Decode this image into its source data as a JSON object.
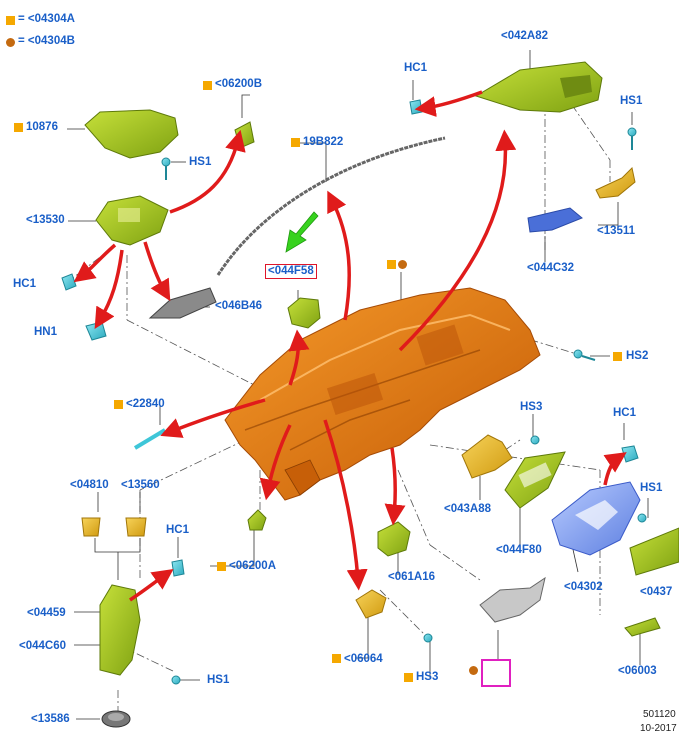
{
  "legend": {
    "square_label": "= <04304A",
    "circle_label": "= <04304B"
  },
  "colors": {
    "label_blue": "#1a5fc8",
    "square_marker": "#f5a800",
    "circle_marker": "#c46a10",
    "arrow_red": "#e01b1b",
    "arrow_green": "#37d21e",
    "main_part_orange": "#e07a10",
    "trim_green": "#9ec21a",
    "clip_cyan": "#3ec6d8",
    "bracket_yellow": "#e8b21a",
    "panel_blue": "#4a6fd8",
    "callout_box_red": "#e0152a",
    "callout_box_pink": "#e020c0"
  },
  "labels": {
    "l06200B": "<06200B",
    "l10876": "10876",
    "hs1_a": "HS1",
    "l13530": "<13530",
    "hc1_a": "HC1",
    "hn1": "HN1",
    "l19B822": "19B822",
    "l044F58": "<044F58",
    "l046B46": "<046B46",
    "l042A82": "<042A82",
    "hc1_b": "HC1",
    "hs1_b": "HS1",
    "l13511": "<13511",
    "l044C32": "<044C32",
    "hs2": "HS2",
    "l22840": "<22840",
    "hs3_a": "HS3",
    "hc1_c": "HC1",
    "l04810": "<04810",
    "l13560": "<13560",
    "hc1_d": "HC1",
    "l043A88": "<043A88",
    "hs1_c": "HS1",
    "l06200A": "<06200A",
    "l061A16": "<061A16",
    "l044F80": "<044F80",
    "l04302": "<04302",
    "l0437x": "<0437",
    "l04459": "<04459",
    "l044C60": "<044C60",
    "hs1_d": "HS1",
    "l06064": "<06064",
    "hs3_b": "HS3",
    "l06003": "<06003",
    "l13586": "<13586"
  },
  "footer": {
    "code": "501120",
    "date": "10-2017"
  }
}
